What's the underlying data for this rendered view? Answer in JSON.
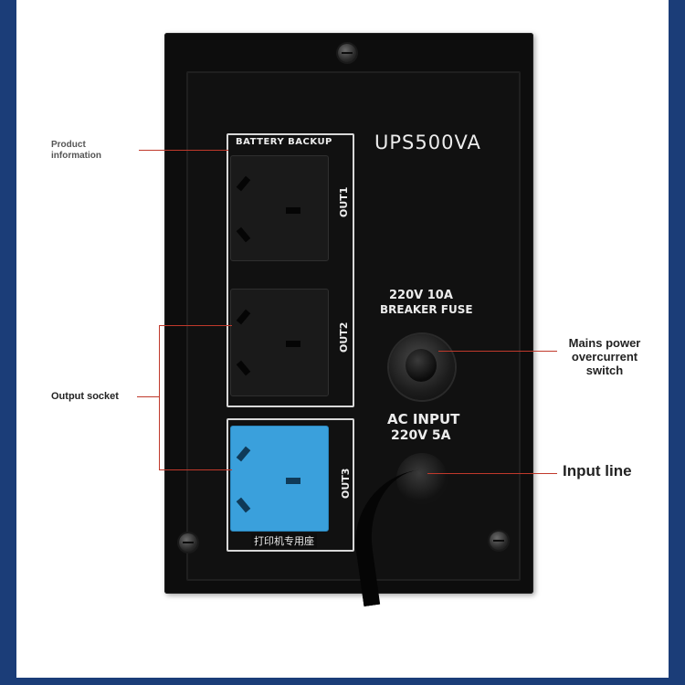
{
  "device": {
    "model": "UPS500VA",
    "battery_backup_label": "BATTERY BACKUP",
    "outlets": [
      "OUT1",
      "OUT2",
      "OUT3"
    ],
    "breaker_line1": "220V  10A",
    "breaker_line2": "BREAKER  FUSE",
    "ac_input_line1": "AC INPUT",
    "ac_input_line2": "220V  5A",
    "printer_socket_label": "打印机专用座"
  },
  "annotations": {
    "product_info_1": "Product",
    "product_info_2": "information",
    "output_socket": "Output socket",
    "mains_1": "Mains power",
    "mains_2": "overcurrent",
    "mains_3": "switch",
    "input_line": "Input line"
  },
  "colors": {
    "frame": "#1b3d78",
    "annotation_line": "#c0392b",
    "printer_socket": "#3aa0dc",
    "device_body": "#0d0d0d"
  },
  "icons": [
    "screw-icon",
    "power-socket-icon",
    "switch-icon",
    "power-cable-icon"
  ]
}
